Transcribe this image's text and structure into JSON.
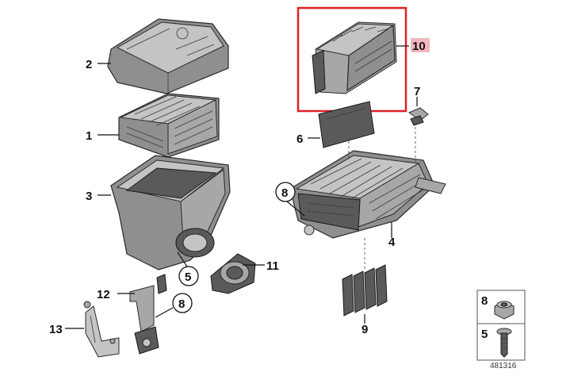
{
  "callouts": {
    "c1": "1",
    "c2": "2",
    "c3": "3",
    "c4": "4",
    "c5": "5",
    "c6": "6",
    "c7": "7",
    "c8a": "8",
    "c8b": "8",
    "c9": "9",
    "c10": "10",
    "c11": "11",
    "c12": "12",
    "c13": "13"
  },
  "legend": {
    "item_top": "8",
    "item_bottom": "5"
  },
  "document_number": "481316",
  "colors": {
    "highlight_frame": "#e0202a",
    "highlight_label_bg": "#f2b8bc",
    "part_gray": "#8f8f8f"
  }
}
